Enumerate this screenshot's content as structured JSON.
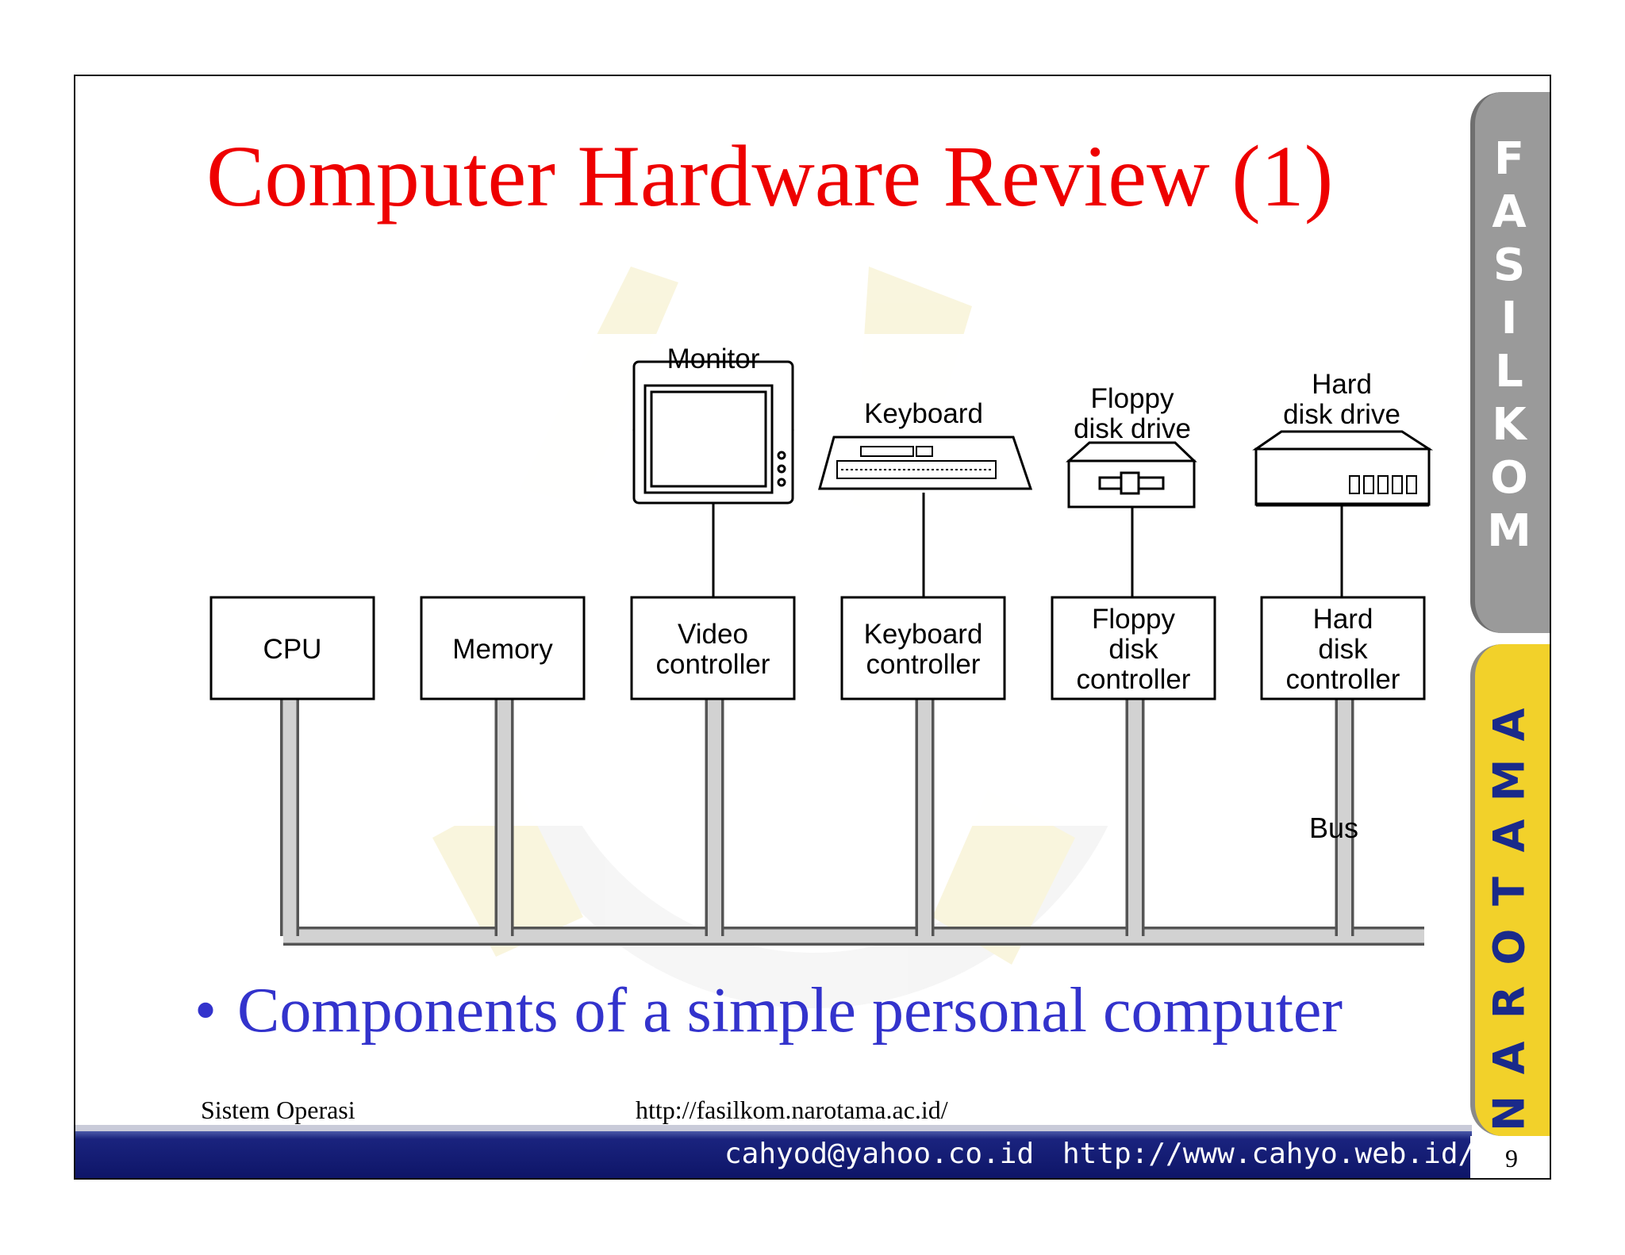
{
  "slide": {
    "title": "Computer Hardware Review (1)",
    "bullet_symbol": "•",
    "bullet_text": "Components of a simple personal computer",
    "footer_left": "Sistem Operasi",
    "footer_center": "http://fasilkom.narotama.ac.id/",
    "footer_email": "cahyod@yahoo.co.id",
    "footer_url": "http://www.cahyo.web.id/",
    "page_number": "9"
  },
  "sidebar": {
    "top_letters": [
      "F",
      "A",
      "S",
      "I",
      "L",
      "K",
      "O",
      "M"
    ],
    "bottom_letters": [
      "N",
      "A",
      "R",
      "O",
      "T",
      "A",
      "M",
      "A"
    ],
    "colors": {
      "top_tab": "#9a9a9a",
      "bottom_tab": "#f2d12a",
      "bottom_text": "#1a2a8a"
    }
  },
  "diagram": {
    "controllers": [
      {
        "lines": [
          "CPU"
        ]
      },
      {
        "lines": [
          "Memory"
        ]
      },
      {
        "lines": [
          "Video",
          "controller"
        ]
      },
      {
        "lines": [
          "Keyboard",
          "controller"
        ]
      },
      {
        "lines": [
          "Floppy",
          "disk",
          "controller"
        ]
      },
      {
        "lines": [
          "Hard",
          "disk",
          "controller"
        ]
      }
    ],
    "devices": [
      {
        "lines": [
          "Monitor"
        ]
      },
      {
        "lines": [
          "Keyboard"
        ]
      },
      {
        "lines": [
          "Floppy",
          "disk drive"
        ]
      },
      {
        "lines": [
          "Hard",
          "disk drive"
        ]
      }
    ],
    "bus_label": "Bus"
  },
  "colors": {
    "title": "#ee0000",
    "bullet": "#3333cc",
    "footer_bar": "#0d1466"
  }
}
